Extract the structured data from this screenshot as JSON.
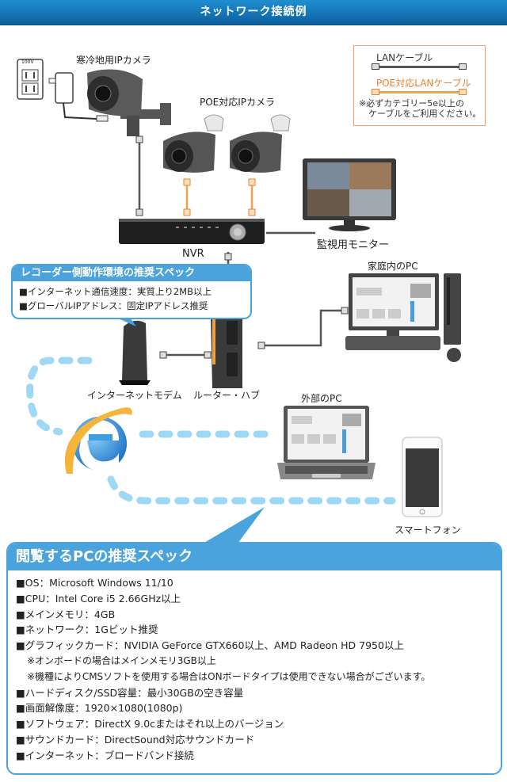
{
  "header": {
    "title": "ネットワーク接続例"
  },
  "legend": {
    "lan_cable_label": "LANケーブル",
    "poe_cable_label": "POE対応LANケーブル",
    "note_line1": "※必ずカテゴリー5e以上の",
    "note_line2": "ケーブルをご利用ください。",
    "lan_color": "#555555",
    "poe_color": "#f5a04a"
  },
  "devices": {
    "cold_camera": "寒冷地用IPカメラ",
    "poe_camera": "POE対応IPカメラ",
    "nvr": "NVR",
    "monitor": "監視用モニター",
    "home_pc": "家庭内のPC",
    "modem": "インターネットモデム",
    "router": "ルーター・ハブ",
    "external_pc": "外部のPC",
    "smartphone": "スマートフォン",
    "outlet_voltage": "100V"
  },
  "recorder_spec": {
    "title": "レコーダー側動作環境の推奨スペック",
    "items": [
      "■インターネット通信速度：実質上り2MB以上",
      "■グローバルIPアドレス：固定IPアドレス推奨"
    ]
  },
  "pc_spec": {
    "title": "閲覧するPCの推奨スペック",
    "items": [
      "■OS：Microsoft Windows 11/10",
      "■CPU：Intel Core i5 2.66GHz以上",
      "■メインメモリ：4GB",
      "■ネットワーク：1Gビット推奨",
      "■グラフィックカード：NVIDIA GeForce GTX660以上、AMD Radeon HD 7950以上",
      "※オンボードの場合はメインメモリ3GB以上",
      "※機種によりCMSソフトを使用する場合はONボードタイプは使用できない場合がございます。",
      "■ハードディスク/SSD容量：最小30GBの空き容量",
      "■画面解像度：1920×1080(1080p)",
      "■ソフトウェア：DirectX 9.0cまたはそれ以上のバージョン",
      "■サウンドカード：DirectSound対応サウンドカード",
      "■インターネット：ブロードバンド接続"
    ]
  },
  "colors": {
    "accent_blue": "#4aa3dc",
    "header_blue": "#1a7fc0",
    "dash_blue": "#9fd8f5",
    "poe_orange": "#f5a04a"
  }
}
